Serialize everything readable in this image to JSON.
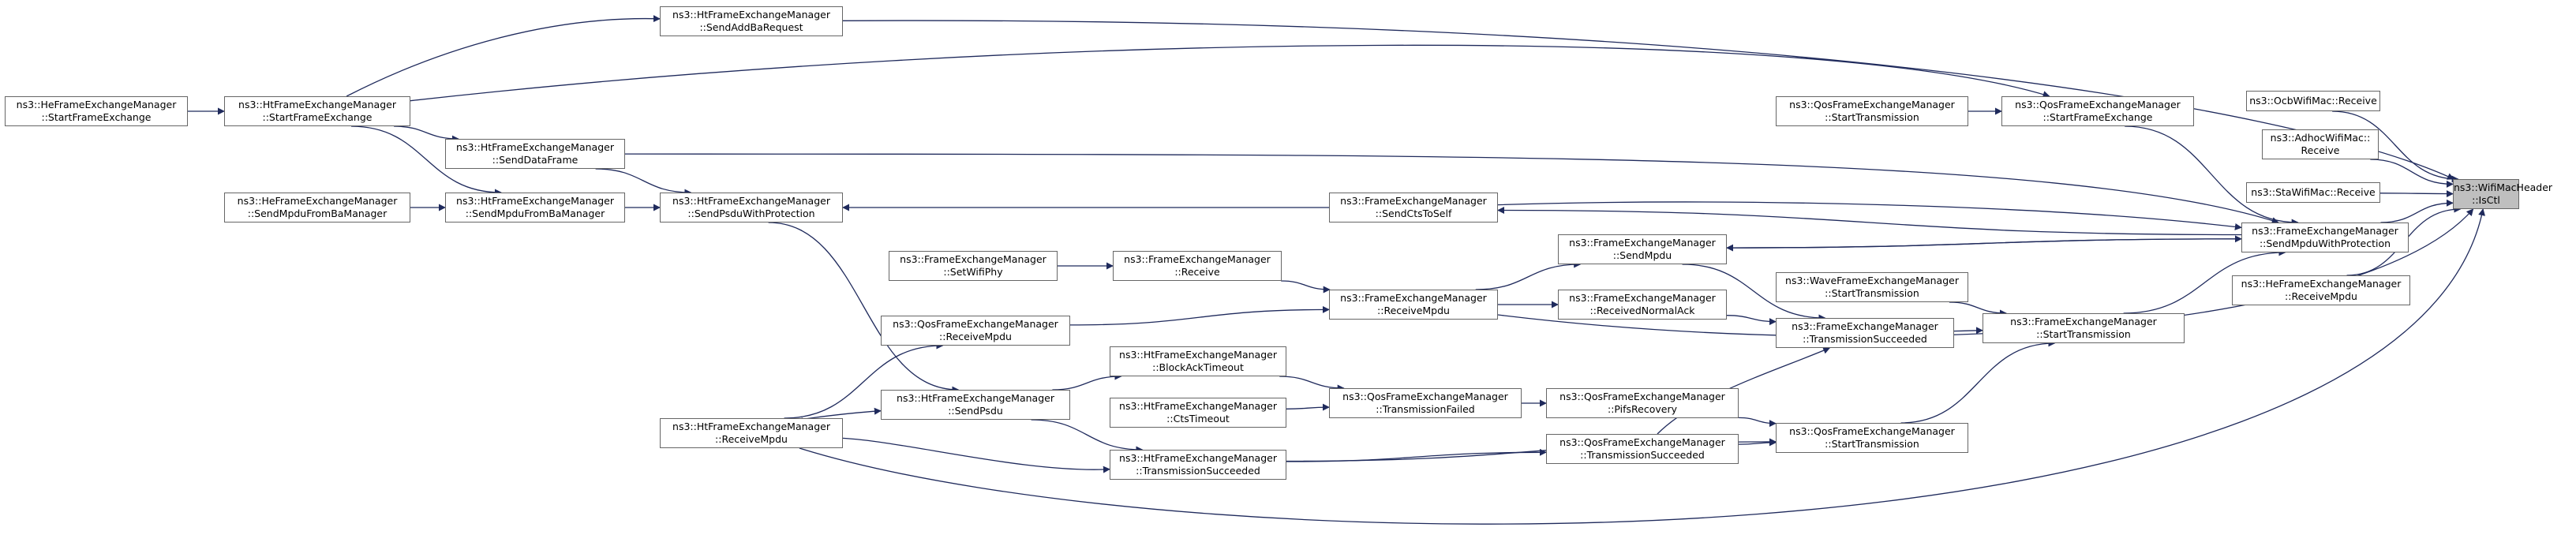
{
  "diagram": {
    "colors": {
      "edge": "#1f2a5c",
      "node_border": "#666666",
      "root_fill": "#bfbfbf",
      "node_fill": "#ffffff"
    },
    "nodes": [
      {
        "id": "isctl",
        "lines": [
          "ns3::WifiMacHeader",
          "::IsCtl"
        ],
        "root": true
      },
      {
        "id": "ocb_receive",
        "lines": [
          "ns3::OcbWifiMac::Receive"
        ]
      },
      {
        "id": "adhoc_receive",
        "lines": [
          "ns3::AdhocWifiMac::",
          "Receive"
        ]
      },
      {
        "id": "sta_receive",
        "lines": [
          "ns3::StaWifiMac::Receive"
        ]
      },
      {
        "id": "fem_sendmpduwithprot",
        "lines": [
          "ns3::FrameExchangeManager",
          "::SendMpduWithProtection"
        ]
      },
      {
        "id": "he_receivempdu_r",
        "lines": [
          "ns3::HeFrameExchangeManager",
          "::ReceiveMpdu"
        ]
      },
      {
        "id": "qos_startframeexchange",
        "lines": [
          "ns3::QosFrameExchangeManager",
          "::StartFrameExchange"
        ]
      },
      {
        "id": "qos_starttransmission_top",
        "lines": [
          "ns3::QosFrameExchangeManager",
          "::StartTransmission"
        ]
      },
      {
        "id": "wave_starttransmission",
        "lines": [
          "ns3::WaveFrameExchangeManager",
          "::StartTransmission"
        ]
      },
      {
        "id": "fem_starttransmission",
        "lines": [
          "ns3::FrameExchangeManager",
          "::StartTransmission"
        ]
      },
      {
        "id": "fem_transmissionsucceeded",
        "lines": [
          "ns3::FrameExchangeManager",
          "::TransmissionSucceeded"
        ]
      },
      {
        "id": "qos_starttransmission_bot",
        "lines": [
          "ns3::QosFrameExchangeManager",
          "::StartTransmission"
        ]
      },
      {
        "id": "qos_pifsrecovery",
        "lines": [
          "ns3::QosFrameExchangeManager",
          "::PifsRecovery"
        ]
      },
      {
        "id": "qos_transmissionsucceeded",
        "lines": [
          "ns3::QosFrameExchangeManager",
          "::TransmissionSucceeded"
        ]
      },
      {
        "id": "fem_sendmpdu",
        "lines": [
          "ns3::FrameExchangeManager",
          "::SendMpdu"
        ]
      },
      {
        "id": "fem_receivednormalack",
        "lines": [
          "ns3::FrameExchangeManager",
          "::ReceivedNormalAck"
        ]
      },
      {
        "id": "fem_sendctstoself",
        "lines": [
          "ns3::FrameExchangeManager",
          "::SendCtsToSelf"
        ]
      },
      {
        "id": "fem_receivempdu",
        "lines": [
          "ns3::FrameExchangeManager",
          "::ReceiveMpdu"
        ]
      },
      {
        "id": "qos_transmissionfailed",
        "lines": [
          "ns3::QosFrameExchangeManager",
          "::TransmissionFailed"
        ]
      },
      {
        "id": "fem_receive",
        "lines": [
          "ns3::FrameExchangeManager",
          "::Receive"
        ]
      },
      {
        "id": "fem_setwifiphy",
        "lines": [
          "ns3::FrameExchangeManager",
          "::SetWifiPhy"
        ]
      },
      {
        "id": "qos_receivempdu",
        "lines": [
          "ns3::QosFrameExchangeManager",
          "::ReceiveMpdu"
        ]
      },
      {
        "id": "ht_blockacktimeout",
        "lines": [
          "ns3::HtFrameExchangeManager",
          "::BlockAckTimeout"
        ]
      },
      {
        "id": "ht_ctstimeout",
        "lines": [
          "ns3::HtFrameExchangeManager",
          "::CtsTimeout"
        ]
      },
      {
        "id": "ht_transmissionsucceeded",
        "lines": [
          "ns3::HtFrameExchangeManager",
          "::TransmissionSucceeded"
        ]
      },
      {
        "id": "ht_sendpsdu",
        "lines": [
          "ns3::HtFrameExchangeManager",
          "::SendPsdu"
        ]
      },
      {
        "id": "ht_receivempdu",
        "lines": [
          "ns3::HtFrameExchangeManager",
          "::ReceiveMpdu"
        ]
      },
      {
        "id": "ht_sendpsduwithprot",
        "lines": [
          "ns3::HtFrameExchangeManager",
          "::SendPsduWithProtection"
        ]
      },
      {
        "id": "ht_senddataframe",
        "lines": [
          "ns3::HtFrameExchangeManager",
          "::SendDataFrame"
        ]
      },
      {
        "id": "ht_sendmpdufromba",
        "lines": [
          "ns3::HtFrameExchangeManager",
          "::SendMpduFromBaManager"
        ]
      },
      {
        "id": "he_sendmpdufromba",
        "lines": [
          "ns3::HeFrameExchangeManager",
          "::SendMpduFromBaManager"
        ]
      },
      {
        "id": "ht_startframeexchange",
        "lines": [
          "ns3::HtFrameExchangeManager",
          "::StartFrameExchange"
        ]
      },
      {
        "id": "he_startframeexchange",
        "lines": [
          "ns3::HeFrameExchangeManager",
          "::StartFrameExchange"
        ]
      },
      {
        "id": "ht_sendaddbarequest",
        "lines": [
          "ns3::HtFrameExchangeManager",
          "::SendAddBaRequest"
        ]
      }
    ],
    "edges": [
      [
        "ocb_receive",
        "isctl"
      ],
      [
        "adhoc_receive",
        "isctl"
      ],
      [
        "sta_receive",
        "isctl"
      ],
      [
        "fem_sendmpduwithprot",
        "isctl"
      ],
      [
        "he_receivempdu_r",
        "isctl"
      ],
      [
        "ht_sendaddbarequest",
        "isctl"
      ],
      [
        "fem_receivempdu",
        "isctl"
      ],
      [
        "ht_receivempdu",
        "isctl"
      ],
      [
        "qos_startframeexchange",
        "fem_sendmpduwithprot"
      ],
      [
        "ht_senddataframe",
        "fem_sendmpduwithprot"
      ],
      [
        "fem_starttransmission",
        "fem_sendmpduwithprot"
      ],
      [
        "fem_sendctstoself",
        "fem_sendmpduwithprot"
      ],
      [
        "fem_sendmpdu",
        "fem_sendmpduwithprot"
      ],
      [
        "fem_sendmpduwithprot",
        "fem_sendctstoself"
      ],
      [
        "fem_sendmpduwithprot",
        "fem_sendmpdu"
      ],
      [
        "qos_starttransmission_top",
        "qos_startframeexchange"
      ],
      [
        "ht_startframeexchange",
        "qos_startframeexchange"
      ],
      [
        "wave_starttransmission",
        "fem_starttransmission"
      ],
      [
        "fem_transmissionsucceeded",
        "fem_starttransmission"
      ],
      [
        "qos_starttransmission_bot",
        "fem_starttransmission"
      ],
      [
        "fem_receivednormalack",
        "fem_transmissionsucceeded"
      ],
      [
        "fem_sendmpdu",
        "fem_transmissionsucceeded"
      ],
      [
        "qos_transmissionsucceeded",
        "fem_transmissionsucceeded"
      ],
      [
        "qos_pifsrecovery",
        "qos_starttransmission_bot"
      ],
      [
        "qos_transmissionsucceeded",
        "qos_starttransmission_bot"
      ],
      [
        "ht_transmissionsucceeded",
        "qos_starttransmission_bot"
      ],
      [
        "qos_transmissionfailed",
        "qos_pifsrecovery"
      ],
      [
        "ht_transmissionsucceeded",
        "qos_transmissionsucceeded"
      ],
      [
        "fem_receivempdu",
        "fem_sendmpdu"
      ],
      [
        "fem_receivempdu",
        "fem_receivednormalack"
      ],
      [
        "fem_sendctstoself",
        "ht_sendpsduwithprot"
      ],
      [
        "fem_receive",
        "fem_receivempdu"
      ],
      [
        "qos_receivempdu",
        "fem_receivempdu"
      ],
      [
        "ht_blockacktimeout",
        "qos_transmissionfailed"
      ],
      [
        "ht_ctstimeout",
        "qos_transmissionfailed"
      ],
      [
        "fem_setwifiphy",
        "fem_receive"
      ],
      [
        "ht_receivempdu",
        "qos_receivempdu"
      ],
      [
        "ht_sendpsdu",
        "ht_blockacktimeout"
      ],
      [
        "ht_sendpsdu",
        "ht_transmissionsucceeded"
      ],
      [
        "ht_receivempdu",
        "ht_sendpsdu"
      ],
      [
        "ht_sendpsduwithprot",
        "ht_sendpsdu"
      ],
      [
        "ht_receivempdu",
        "ht_transmissionsucceeded"
      ],
      [
        "ht_senddataframe",
        "ht_sendpsduwithprot"
      ],
      [
        "ht_sendmpdufromba",
        "ht_sendpsduwithprot"
      ],
      [
        "ht_startframeexchange",
        "ht_senddataframe"
      ],
      [
        "ht_startframeexchange",
        "ht_sendmpdufromba"
      ],
      [
        "he_sendmpdufromba",
        "ht_sendmpdufromba"
      ],
      [
        "he_startframeexchange",
        "ht_startframeexchange"
      ],
      [
        "ht_startframeexchange",
        "ht_sendaddbarequest"
      ]
    ]
  }
}
